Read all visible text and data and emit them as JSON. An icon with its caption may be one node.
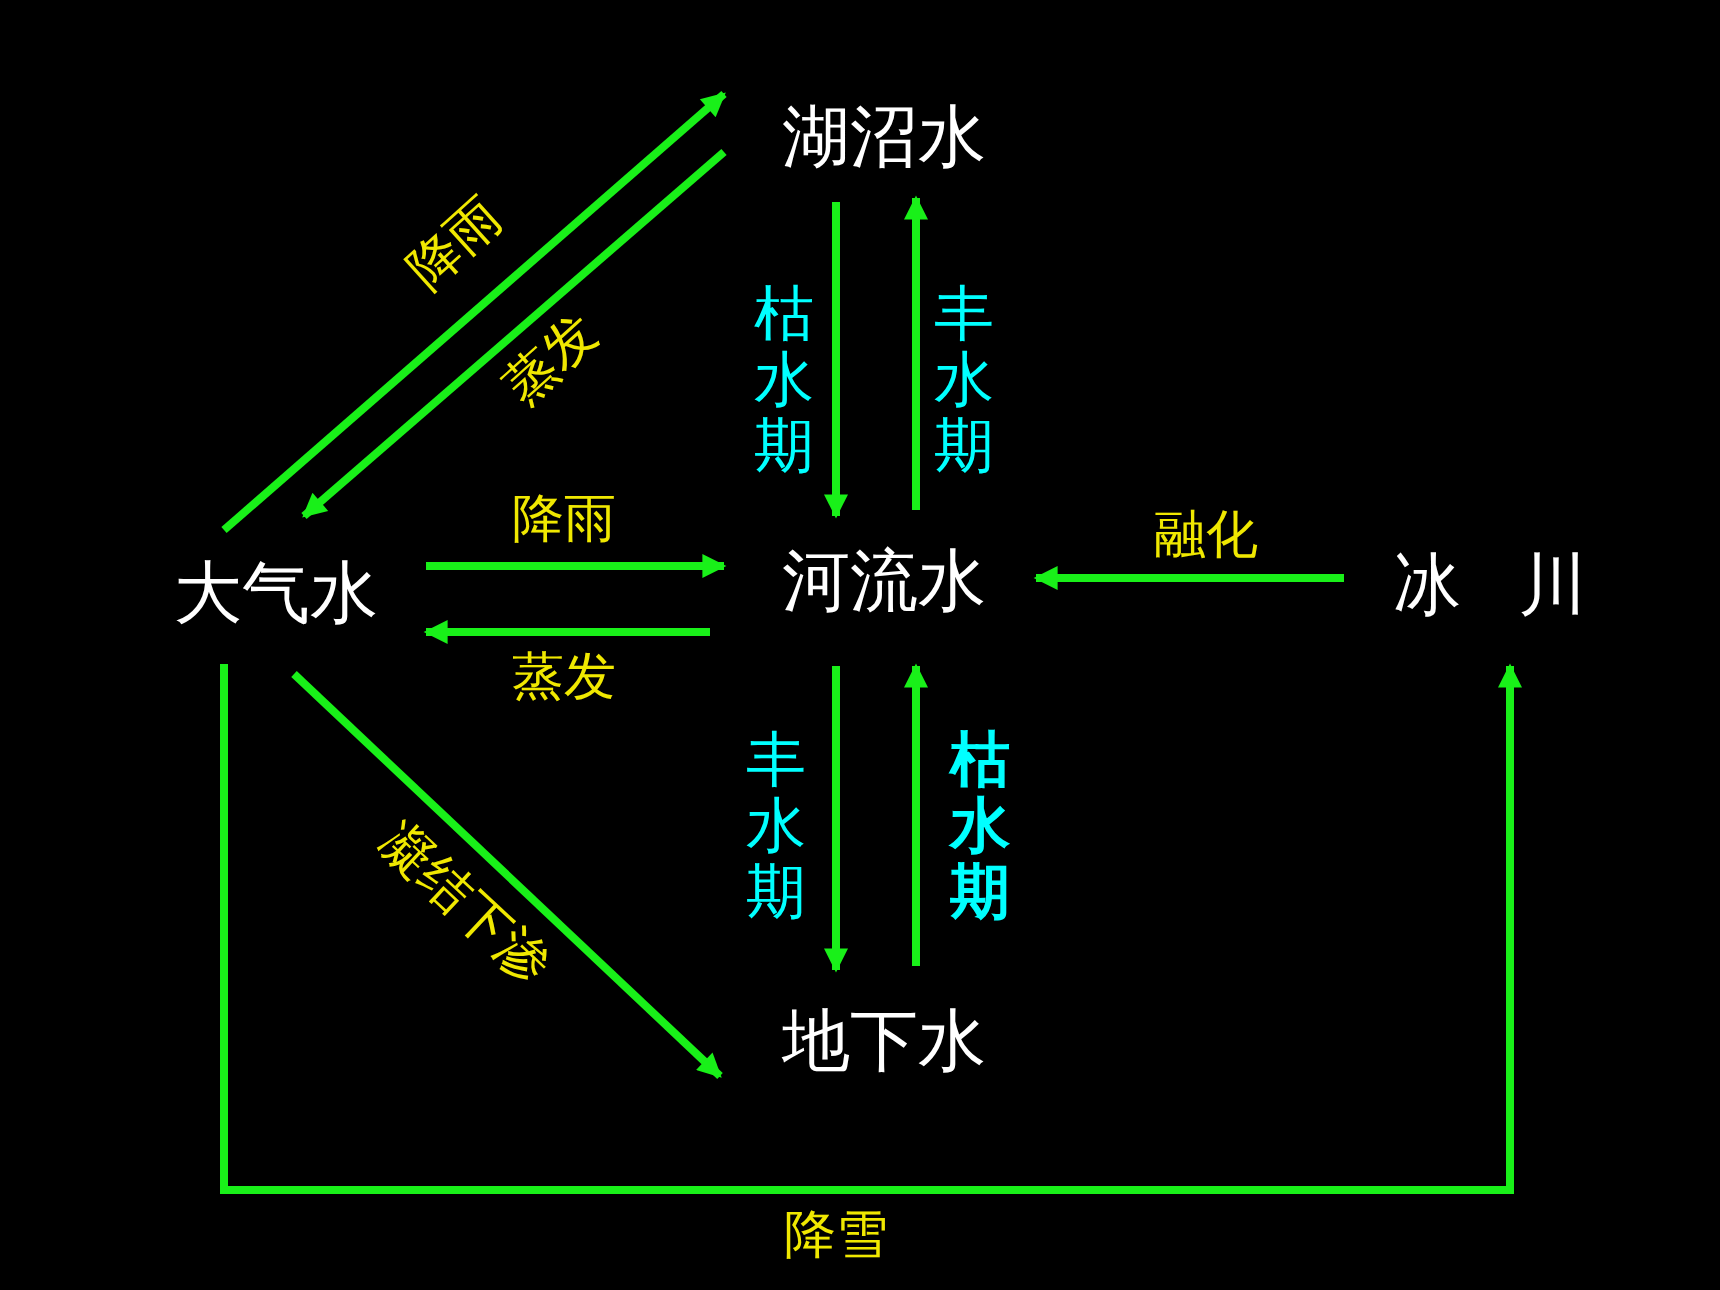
{
  "diagram": {
    "nodes": [
      {
        "text": [
          "湖沼水"
        ]
      },
      {
        "text": [
          "大气水"
        ]
      },
      {
        "text": [
          "河流水"
        ]
      },
      {
        "text": [
          "冰 川"
        ]
      },
      {
        "text": [
          "地下水"
        ]
      }
    ],
    "edges": [
      {
        "from": 1,
        "to": 0,
        "arrow": "to",
        "label": "降雨"
      },
      {
        "from": 0,
        "to": 1,
        "arrow": "to",
        "label": "蒸发"
      },
      {
        "from": 0,
        "to": 2,
        "arrow": "to",
        "label": "枯水期"
      },
      {
        "from": 2,
        "to": 0,
        "arrow": "to",
        "label": "丰水期"
      },
      {
        "from": 1,
        "to": 2,
        "arrow": "to",
        "label": "降雨"
      },
      {
        "from": 2,
        "to": 1,
        "arrow": "to",
        "label": "蒸发"
      },
      {
        "from": 3,
        "to": 2,
        "arrow": "to",
        "label": "融化"
      },
      {
        "from": 2,
        "to": 4,
        "arrow": "to",
        "label": "丰水期"
      },
      {
        "from": 4,
        "to": 2,
        "arrow": "to",
        "label": "枯水期"
      },
      {
        "from": 1,
        "to": 4,
        "arrow": "to",
        "label": "凝结下渗"
      },
      {
        "from": 1,
        "to": 3,
        "arrow": "to",
        "label": "降雪"
      }
    ]
  }
}
